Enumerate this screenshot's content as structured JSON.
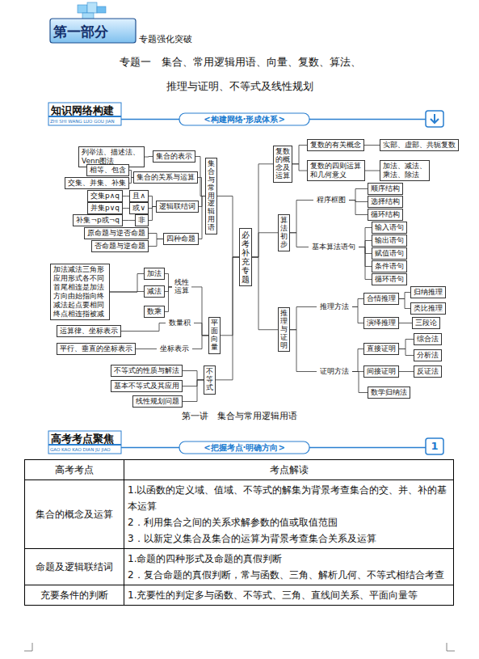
{
  "diagram": {
    "title": "专题一　集合、常用逻辑用语、向量、复数、算法、 推理与证明、不等式及线性规划",
    "nodes": [
      {
        "text": [
          "必考补充专题"
        ]
      },
      {
        "text": [
          "集合与常用逻辑用语"
        ]
      },
      {
        "text": [
          "集合的表示"
        ]
      },
      {
        "text": [
          "列举法、描述法、Venn图法"
        ]
      },
      {
        "text": [
          "集合的关系与运算"
        ]
      },
      {
        "text": [
          "相等、包含"
        ]
      },
      {
        "text": [
          "交集、并集、补集"
        ]
      },
      {
        "text": [
          "逻辑联结词"
        ]
      },
      {
        "text": [
          "且∧"
        ]
      },
      {
        "text": [
          "交集p∧q"
        ]
      },
      {
        "text": [
          "或∨"
        ]
      },
      {
        "text": [
          "并集p∨q"
        ]
      },
      {
        "text": [
          "非"
        ]
      },
      {
        "text": [
          "补集¬p或¬q"
        ]
      },
      {
        "text": [
          "四种命题"
        ]
      },
      {
        "text": [
          "原命题与逆否命题"
        ]
      },
      {
        "text": [
          "否命题与逆命题"
        ]
      },
      {
        "text": [
          "平面向量"
        ]
      },
      {
        "text": [
          "线性运算"
        ]
      },
      {
        "text": [
          "加法"
        ]
      },
      {
        "text": [
          "减法"
        ]
      },
      {
        "text": [
          "数乘"
        ]
      },
      {
        "text": [
          "加法减法三角形 应用形式各不同 首尾相连是加法 方向由始指向终 减法起点要相同 终点相连指被减"
        ]
      },
      {
        "text": [
          "数量积"
        ]
      },
      {
        "text": [
          "运算律、坐标表示"
        ]
      },
      {
        "text": [
          "坐标表示"
        ]
      },
      {
        "text": [
          "平行、垂直的坐标表示"
        ]
      },
      {
        "text": [
          "不等式"
        ]
      },
      {
        "text": [
          "不等式的性质与解法"
        ]
      },
      {
        "text": [
          "基本不等式及其应用"
        ]
      },
      {
        "text": [
          "线性规划问题"
        ]
      },
      {
        "text": [
          "复数的概念及运算"
        ]
      },
      {
        "text": [
          "复数的有关概念"
        ]
      },
      {
        "text": [
          "实部、虚部、共轭复数"
        ]
      },
      {
        "text": [
          "复数的四则运算和几何意义"
        ]
      },
      {
        "text": [
          "加法、减法、乘法、除法"
        ]
      },
      {
        "text": [
          "算法初步"
        ]
      },
      {
        "text": [
          "程序框图"
        ]
      },
      {
        "text": [
          "顺序结构"
        ]
      },
      {
        "text": [
          "选择结构"
        ]
      },
      {
        "text": [
          "循环结构"
        ]
      },
      {
        "text": [
          "基本算法语句"
        ]
      },
      {
        "text": [
          "输入语句"
        ]
      },
      {
        "text": [
          "输出语句"
        ]
      },
      {
        "text": [
          "赋值语句"
        ]
      },
      {
        "text": [
          "条件语句"
        ]
      },
      {
        "text": [
          "循环语句"
        ]
      },
      {
        "text": [
          "推理与证明"
        ]
      },
      {
        "text": [
          "推理方法"
        ]
      },
      {
        "text": [
          "合情推理"
        ]
      },
      {
        "text": [
          "归纳推理"
        ]
      },
      {
        "text": [
          "类比推理"
        ]
      },
      {
        "text": [
          "演绎推理"
        ]
      },
      {
        "text": [
          "三段论"
        ]
      },
      {
        "text": [
          "证明方法"
        ]
      },
      {
        "text": [
          "直接证明"
        ]
      },
      {
        "text": [
          "综合法"
        ]
      },
      {
        "text": [
          "分析法"
        ]
      },
      {
        "text": [
          "间接证明"
        ]
      },
      {
        "text": [
          "反证法"
        ]
      },
      {
        "text": [
          "数学归纳法"
        ]
      }
    ],
    "edges": [
      {
        "from": 0,
        "to": 1,
        "arrow": "none"
      },
      {
        "from": 0,
        "to": 17,
        "arrow": "none"
      },
      {
        "from": 0,
        "to": 27,
        "arrow": "none"
      },
      {
        "from": 0,
        "to": 31,
        "arrow": "none"
      },
      {
        "from": 0,
        "to": 36,
        "arrow": "none"
      },
      {
        "from": 0,
        "to": 47,
        "arrow": "none"
      },
      {
        "from": 1,
        "to": 2,
        "arrow": "none"
      },
      {
        "from": 1,
        "to": 4,
        "arrow": "none"
      },
      {
        "from": 1,
        "to": 7,
        "arrow": "none"
      },
      {
        "from": 1,
        "to": 14,
        "arrow": "none"
      },
      {
        "from": 2,
        "to": 3,
        "arrow": "none"
      },
      {
        "from": 4,
        "to": 5,
        "arrow": "none"
      },
      {
        "from": 4,
        "to": 6,
        "arrow": "none"
      },
      {
        "from": 7,
        "to": 8,
        "arrow": "none"
      },
      {
        "from": 7,
        "to": 10,
        "arrow": "none"
      },
      {
        "from": 7,
        "to": 12,
        "arrow": "none"
      },
      {
        "from": 8,
        "to": 9,
        "arrow": "none"
      },
      {
        "from": 10,
        "to": 11,
        "arrow": "none"
      },
      {
        "from": 12,
        "to": 13,
        "arrow": "none"
      },
      {
        "from": 14,
        "to": 15,
        "arrow": "none"
      },
      {
        "from": 14,
        "to": 16,
        "arrow": "none"
      },
      {
        "from": 17,
        "to": 18,
        "arrow": "none"
      },
      {
        "from": 17,
        "to": 23,
        "arrow": "none"
      },
      {
        "from": 17,
        "to": 25,
        "arrow": "none"
      },
      {
        "from": 18,
        "to": 19,
        "arrow": "none"
      },
      {
        "from": 18,
        "to": 20,
        "arrow": "none"
      },
      {
        "from": 18,
        "to": 21,
        "arrow": "none"
      },
      {
        "from": 19,
        "to": 22,
        "arrow": "none"
      },
      {
        "from": 20,
        "to": 22,
        "arrow": "none"
      },
      {
        "from": 23,
        "to": 24,
        "arrow": "none"
      },
      {
        "from": 25,
        "to": 26,
        "arrow": "none"
      },
      {
        "from": 27,
        "to": 28,
        "arrow": "none"
      },
      {
        "from": 27,
        "to": 29,
        "arrow": "none"
      },
      {
        "from": 27,
        "to": 30,
        "arrow": "none"
      },
      {
        "from": 31,
        "to": 32,
        "arrow": "none"
      },
      {
        "from": 31,
        "to": 34,
        "arrow": "none"
      },
      {
        "from": 32,
        "to": 33,
        "arrow": "none"
      },
      {
        "from": 34,
        "to": 35,
        "arrow": "none"
      },
      {
        "from": 36,
        "to": 37,
        "arrow": "none"
      },
      {
        "from": 36,
        "to": 41,
        "arrow": "none"
      },
      {
        "from": 37,
        "to": 38,
        "arrow": "none"
      },
      {
        "from": 37,
        "to": 39,
        "arrow": "none"
      },
      {
        "from": 37,
        "to": 40,
        "arrow": "none"
      },
      {
        "from": 41,
        "to": 42,
        "arrow": "none"
      },
      {
        "from": 41,
        "to": 43,
        "arrow": "none"
      },
      {
        "from": 41,
        "to": 44,
        "arrow": "none"
      },
      {
        "from": 41,
        "to": 45,
        "arrow": "none"
      },
      {
        "from": 41,
        "to": 46,
        "arrow": "none"
      },
      {
        "from": 47,
        "to": 48,
        "arrow": "none"
      },
      {
        "from": 47,
        "to": 54,
        "arrow": "none"
      },
      {
        "from": 48,
        "to": 49,
        "arrow": "none"
      },
      {
        "from": 48,
        "to": 52,
        "arrow": "none"
      },
      {
        "from": 49,
        "to": 50,
        "arrow": "none"
      },
      {
        "from": 49,
        "to": 51,
        "arrow": "none"
      },
      {
        "from": 52,
        "to": 53,
        "arrow": "none"
      },
      {
        "from": 54,
        "to": 55,
        "arrow": "none"
      },
      {
        "from": 54,
        "to": 58,
        "arrow": "none"
      },
      {
        "from": 54,
        "to": 60,
        "arrow": "none"
      },
      {
        "from": 55,
        "to": 56,
        "arrow": "none"
      },
      {
        "from": 55,
        "to": 57,
        "arrow": "none"
      },
      {
        "from": 58,
        "to": 59,
        "arrow": "none"
      }
    ],
    "labels": [
      "第一部分",
      "专题强化突破",
      "知识网络构建",
      "ZHI SHI WANG LUO GOU JIAN",
      "<构建网络·形成体系>",
      "第一讲　集合与常用逻辑用语",
      "高考考点聚焦",
      "GAO KAO KAO DIAN JU JIAO",
      "<把握考点·明确方向>",
      "1",
      "高考考点",
      "考点解读",
      "集合的概念及运算",
      "1.以函数的定义域、值域、不等式的解集为背景考查集合的交、并、补的基本运算",
      "2．利用集合之间的关系求解参数的值或取值范围",
      "3．以新定义集合及集合的运算为背景考查集合关系及运算",
      "命题及逻辑联结词",
      "1.命题的四种形式及命题的真假判断",
      "2．复合命题的真假判断，常与函数、三角、解析几何、不等式相结合考查",
      "充要条件的判断",
      "1.充要性的判定多与函数、不等式、三角、直线间关系、平面向量等"
    ]
  }
}
